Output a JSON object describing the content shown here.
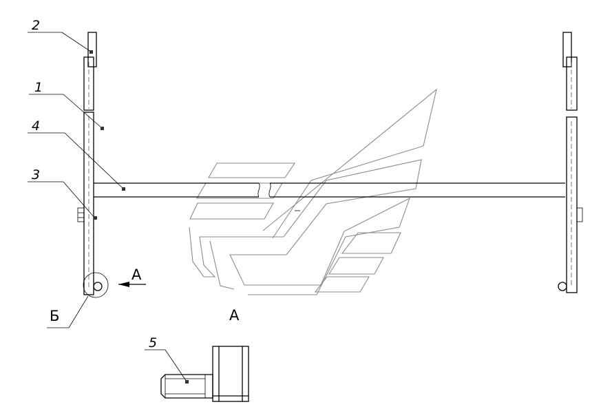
{
  "callouts": {
    "c1": "1",
    "c2": "2",
    "c3": "3",
    "c4": "4",
    "c5": "5"
  },
  "view_label": "A",
  "view_arrow_label": "A",
  "detail_label": "Б"
}
